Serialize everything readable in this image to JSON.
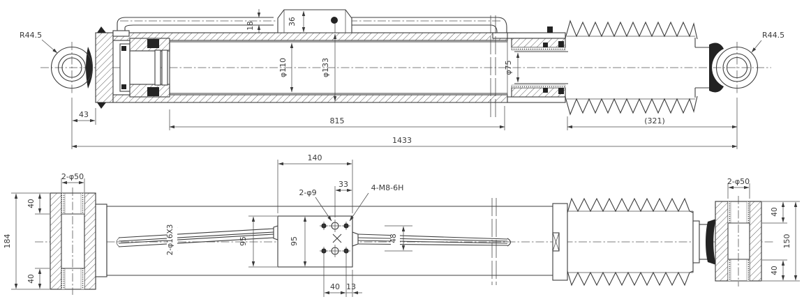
{
  "drawing": {
    "background": "#ffffff",
    "line_color": "#3d3d3d",
    "text_color": "#3a3a3a",
    "top_view": {
      "radius_left": "R44.5",
      "radius_right": "R44.5",
      "pipe_od": "18",
      "block_height": "36",
      "inner_tube_dia": "φ110",
      "outer_tube_dia": "φ133",
      "rod_dia": "φ75",
      "eye_offset": "43",
      "body_length": "815",
      "boot_length": "(321)",
      "total_length": "1433"
    },
    "bottom_view": {
      "bush_bore_left": "2-φ50",
      "bush_depth_top_left": "40",
      "mount_height_left": "184",
      "bush_depth_bottom_left": "40",
      "pipes_spec": "2-φ16X3",
      "plate_width": "140",
      "hole_edge_offset": "33",
      "through_holes": "2-φ9",
      "threaded_holes": "4-M8-6H",
      "flange_height": "95",
      "plate_height": "95",
      "hole_row_spacing": "48",
      "hole_col_spacing": "40",
      "hole_edge_margin": "13",
      "bush_bore_right": "2-φ50",
      "bush_depth_top_right": "40",
      "mount_height_right": "150",
      "bush_depth_bottom_right": "40"
    }
  }
}
